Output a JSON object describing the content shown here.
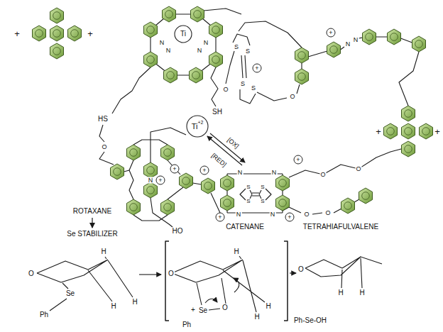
{
  "diagram": {
    "nodes": [
      {
        "text": [
          "Ti"
        ]
      },
      {
        "text": [
          "Ti",
          "+2"
        ]
      },
      {
        "text": [
          "ROTAXANE"
        ]
      },
      {
        "text": [
          "Se STABILIZER"
        ]
      }
    ],
    "edges": [
      {
        "from": 2,
        "to": 3,
        "arrow": "to"
      }
    ],
    "labels": [
      "+",
      "+",
      "N",
      "N",
      "N",
      "N",
      "HS",
      "SH",
      "O",
      "S",
      "S",
      "S",
      "S",
      "+",
      "O",
      "O",
      "+",
      "N",
      "N",
      "+",
      "+",
      "[RED]",
      "[OX]",
      "+",
      "N",
      "+",
      "HO",
      "+",
      "N",
      "N",
      "S",
      "S",
      "S",
      "S",
      "N",
      "N",
      "+",
      "+",
      "+",
      "O",
      "O",
      "O",
      "O",
      "CATENANE",
      "TETRAHIAFULVALENE",
      "O",
      "Se",
      "Ph",
      "H",
      "H",
      "H",
      "O",
      "+",
      "Se",
      "O",
      "Ph",
      "H",
      "H",
      "H",
      "O",
      "H",
      "H",
      "Ph-Se-OH"
    ]
  }
}
